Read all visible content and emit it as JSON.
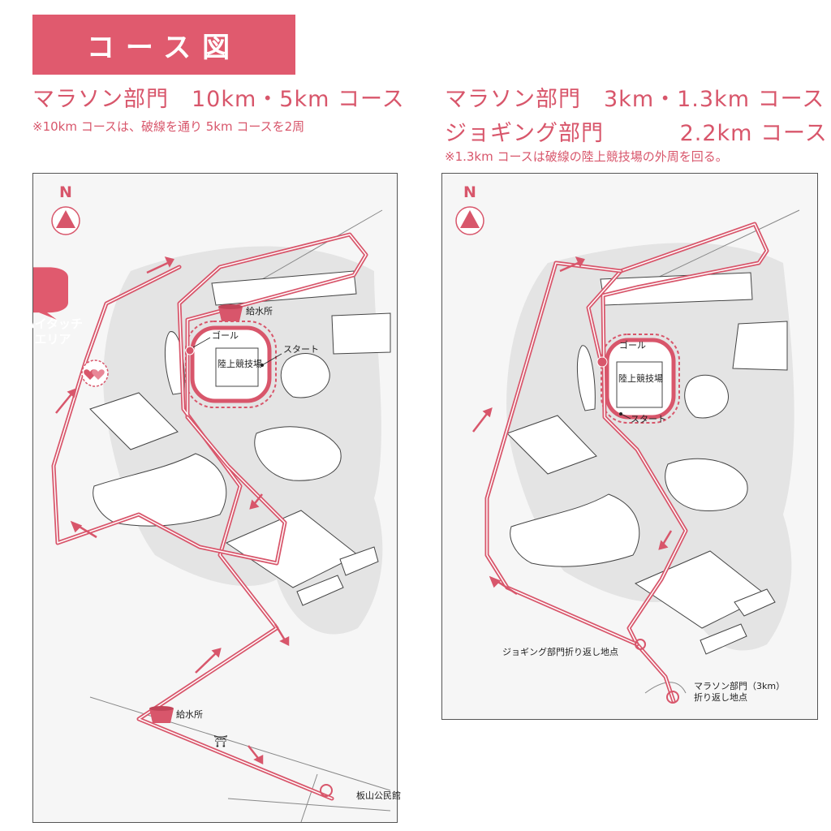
{
  "title": "コース図",
  "left": {
    "heading": "マラソン部門　10km・5km コース",
    "note": "※10km コースは、破線を通り 5km コースを2周"
  },
  "right": {
    "heading1": "マラソン部門　3km・1.3km コース",
    "heading2": "ジョギング部門　　　 2.2km コース",
    "note": "※1.3km コースは破線の陸上競技場の外周を回る。"
  },
  "map_left": {
    "north": "N",
    "high_touch_line1": "ハイタッチ",
    "high_touch_line2": "エリア",
    "water1": "給水所",
    "goal": "ゴール",
    "start": "スタート",
    "stadium": "陸上競技場",
    "water2": "給水所",
    "community_hall": "板山公民館",
    "shrine_symbol": "⛩"
  },
  "map_right": {
    "north": "N",
    "goal": "ゴール",
    "stadium": "陸上競技場",
    "start": "スタート",
    "jogging_turn": "ジョギング部門折り返し地点",
    "marathon_turn_line1": "マラソン部門（3km）",
    "marathon_turn_line2": "折り返し地点"
  },
  "colors": {
    "accent": "#e05a6e",
    "route": "#d8566b",
    "land": "#e4e4e4",
    "background": "#f6f6f6"
  }
}
